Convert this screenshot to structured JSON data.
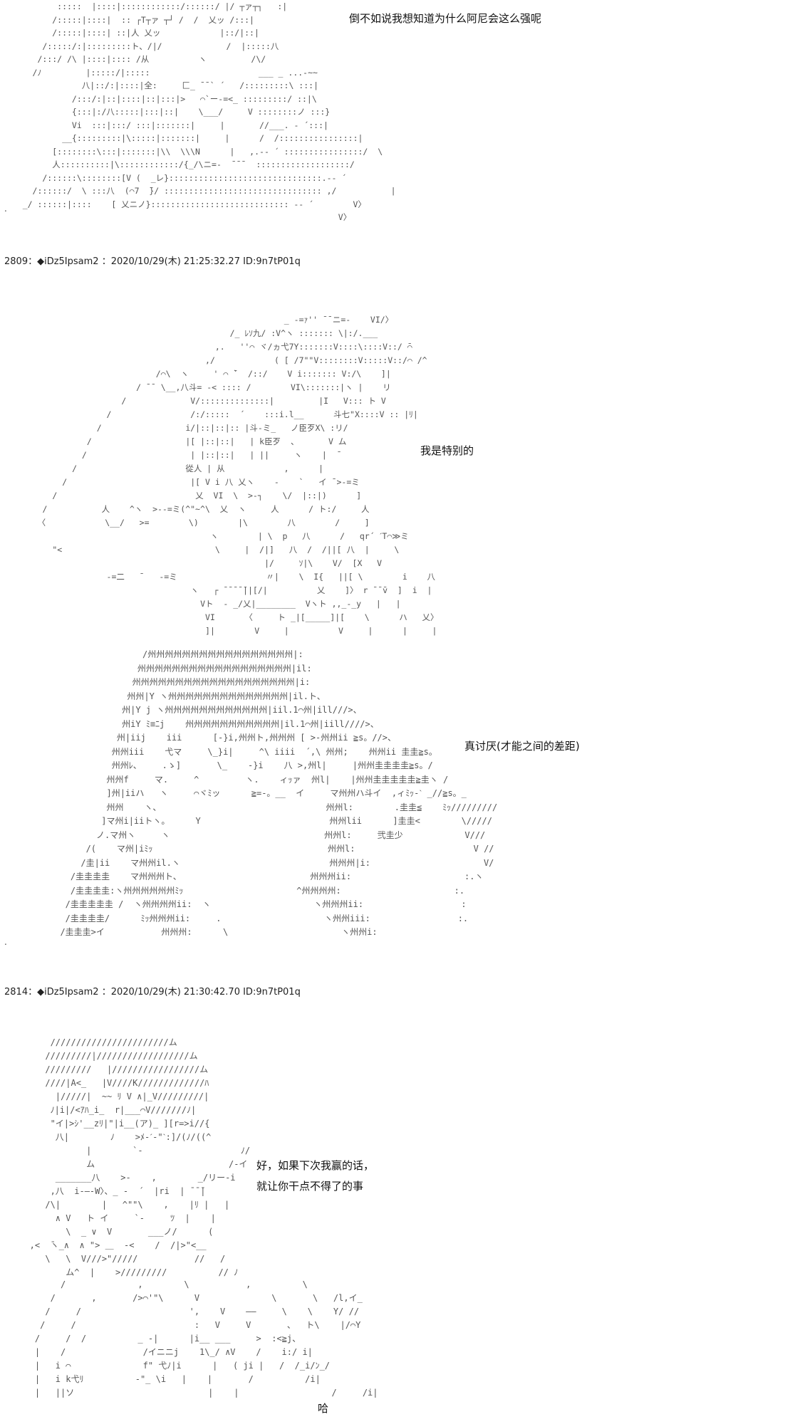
{
  "posts": [
    {
      "number": "2809",
      "meta": "：◆iDz5Ipsam2 ：2020/10/29(木) 21:25:32.27 ID:9n7tP01q"
    },
    {
      "number": "2814",
      "meta": "：◆iDz5Ipsam2 ：2020/10/29(木) 21:30:42.70 ID:9n7tP01q"
    }
  ],
  "dialogue": {
    "line1": "倒不如说我想知道为什么阿尼会这么强呢",
    "line2": "我是特别的",
    "line3": "真讨厌(才能之间的差距)",
    "line4a": "好，如果下次我赢的话，",
    "line4b": "就让你干点不得了的事",
    "line5": "哈"
  },
  "ascii_art": {
    "block1": "           :::::  |::::|::::::::::::/::::::/ |/ ┬ァ┬┐   :|\n          /:::::|::::|  :: ┌T┬ァ ┬┘ /  /  乂ッ /:::|\n          /:::::|::::| ::|人 乂ッ            |::/|::|\n        /:::::/:|:::::::::ト、/|/             /  |:::::八\n       /:::/ /\\ |::::|:::: /从          ヽ         /\\/\n      /ﾉ         |:::::/|:::::                      ___ _ ...-~~\n                八|::/:|::::|全:     匚_ ̄ ̄ ` ´   /:::::::::\\ :::|\n              /:::/:|::|::::|::|:::|>   ⌒`ー‐=<_ :::::::::/ ::|\\\n              {:::|:/八:::::|:::|::|    \\___/     V ::::::::ノ :::}\n              Vi  :::|:::/ :::|:::::::|     |       //___. - ´:::|\n            __{:::::::::|\\:::::|:::::::|     |      /  /::::::::::::::::|\n          [::::::::\\:::|:::::::|\\\\  \\\\\\N      |   ,.-‐ ´ ::::::::::::::::/  \\\n          人::::::::::|\\::::::::::::/{_/\\ニ=-  ̄ ̄ ̄   :::::::::::::::::::/\n        /::::::\\::::::::[V (  _レ}:::::::::::::::::::::::::::::::.-‐ ´\n      /::::::/  \\ :::八  (⌒7  ̄}/ :::::::::::::::::::::::::::::::: ,/           |\n    _/ ::::::|::::    [ 乂ニノ}:::::::::::::::::::::::::::: -‐ ´        V〉\n                                                                    V〉",
    "block2": "                                                       _ -=ｧ'' ̄ ̄ ニ=-    VI/〉\n                                            /_ ﾚｿ九/ :V^ヽ ::::::: \\|:/.___\n                                         ,.   ''⌒ ヾ/ヵ弋7Y:::::::V::::\\::::V::/ ̄⌒\n                                       ,/            ( [ /7\"\"V::::::::V:::::V::/⌒ /^\n                             /⌒\\  ヽ     ' ⌒ ̄`  /::/    V i::::::: V:/\\    ]|\n                         / ̄ ̄  \\__,八斗= -< :::: /        VI\\:::::::|ヽ |    リ\n                      /             V/::::::::::::::|         |I   V::: ト V\n                   /                /:/:::::  ´    :::i.l__      斗七\"X::::V :: |ﾘ|\n                 /                 i/|::|::|:: |斗-ミ_   ノ臣歹X\\ :リ/\n               /                   |[ |::|::|   | k臣歹  、      V ム\n              /                     | |::|::|   | ||     ヽ    |  ̄\n            /                      從人 | 从            ,      |\n          /                         |[ V i 八 乂ヽ    -    `   イ ̄ >-=ミ\n        /                            乂  VI  \\  >‐┐    \\/  |::|)      ]\n      /           人    ^ヽ  >-‐=ミ(^\"~^\\  乂  ヽ     人      / ト:/     人\n     〈            \\__/   >=        \\)        |\\        八        /     ]\n                                        ヽ        | \\  p   八      /   qr´ ˊT⌒≫ミ\n        \"<                               \\     |  /|]   八  /  /||[ 八  |     \\\n                                                   |/     ｿ|\\    V/  [X   V\n                   -=二   ̄    -=ミ                  〃|    \\  I{   ||[ \\        i    八\n                                    ヽ   ┌ ̄ ̄ ̄ ̄ ̄||[/|          乂    ]〉 r ̄ ̄ ̄v  ]  i  |\n                                      Vト  - _/乂|________  Vヽト ,,_-_y   |   |\n                                       VI      〈     ト _|[_____]|[    \\      ハ   乂〉\n                                       ]|        V     |          V     |      |     |",
    "block3": "                  /州州州州州州州州州州州州州州州州州|:\n                 州州州州州州州州州州州州州州州州州州|il:\n                州州州州州州州州州州州州州州州州州州州|i:\n               州州|Y ヽ州州州州州州州州州州州州州州|il.ト、\n              州|Y j ヽ州州州州州州州州州州州州|iil.1⌒州|ill///>、\n              州iY ﾐ≡ﾆj    州州州州州州州州州州州|il.1⌒州|iill////>、\n             州|iij    iii      [-}i,州州ト,州州州 [ >-州州ii ≧s。//>、\n            州州iii    弋マ     \\_}i|     ^\\ iiii  ´,\\ 州州;    州州ii 圭圭≧s。\n            州州ﾚ、    .ゝ]       \\_    -}i    八 >,州l|     |州州圭圭圭圭≧s。/\n           州州f     マ.     ^         ヽ.    ィｯァ  州l|    |州州圭圭圭圭圭≧圭ヽ /\n           ]州|iiハ   ヽ     ⌒ヾﾐッ      ≧=-。__  イ     マ州州ハ斗イ  ,ィﾐｯ-ˋ _//≧s。_\n           州州    ヽ、                                州州l:        .圭圭≦    ﾐｯ/////////\n          ]マ州i|iiトヽ。     Y                         州州lii      ]圭圭<        \\/////\n         ノ.マ州ヽ     ヽ                              州州l:     弐圭少            V///\n       /(    マ州|iﾐｯ                                  州州l:                       V //\n      /圭|ii    マ州州il.ヽ                             州州州|i:                      V/\n    /圭圭圭圭    マ州州州ト、                         州州州ii:                      :.ヽ\n    /圭圭圭圭:ヽ州州州州州州ﾐｯ                      ^州州州州:                      :.\n   /圭圭圭圭圭 /  ヽ州州州州ii:  ヽ                    ヽ州州州ii:                   :\n   /圭圭圭圭/      ﾐｯ州州州ii:     .                    ヽ州州iii:                 :.\n  /圭圭圭>イ           州州州:      \\                      ヽ州州i:",
    "block4": "       ///////////////////////ム\n      /////////|//////////////////ム\n      /////////   |/////////////////ム\n      ////|A<_   |V////K/////////////ﾊ\n        |/////|  ~~ ﾘ V ∧|_V/////////|\n       ﾉ|i|/<ｱﾊ_i_  r|___⌒V///////ﾉ|\n       \"イ|>ｼ'__zﾘ|\"|i__(ア)_ ][r=>i//{\n        八|        ﾉ    >ﾒ-ˊ-\"ˋ:]/(ﾉ/((^\n              |        `-                   ﾉ/\n              ム                          /-イ\n        _______八    >-    ,        _/リー-i\n       ,八  i-―-W〉、_ -  ´  |ri  | ̄ ̄ ̄|\n      /\\|        |   ^\"\"\\    ,    |ﾘ |   |\n        ∧ V   ト イ     `-     ﾂ  |    |\n          \\  _ ∨  V       ___ノ/      (\n   ,<  ̄ヽ_∧  ∧ \"> ＿  -<    /  /|>\"<__\n      \\   \\  V///>\"/////           //   /\n          ム^  |    >/////////          // ﾉ",
    "block5": "         /              ,        \\           ,          \\\n       /       ,       />⌒'\"\\      V              \\       \\   /l,イ_\n      /     /                     ',    V    ――     \\    \\    Y/ //\n     /     /                       :   V     V       、  ト\\    |/⌒Y\n    /     /  /          _ -|      |i__ ___     >  :<≧j、\n    |    /               /イニニj    1\\_/ ∧V    /    i:/ i|\n    |   i ⌒              f\" 弋ﾉ|i      |   ( ji |   /  /_i/ﾝ_/\n    |   i k弋ﾘ          -\"_ \\i   |    |       /          /i|\n    |   ||ソ                          |    |                  /     /i|"
  },
  "colors": {
    "background": "#ffffff",
    "text": "#111111",
    "ascii_art": "#555555"
  }
}
